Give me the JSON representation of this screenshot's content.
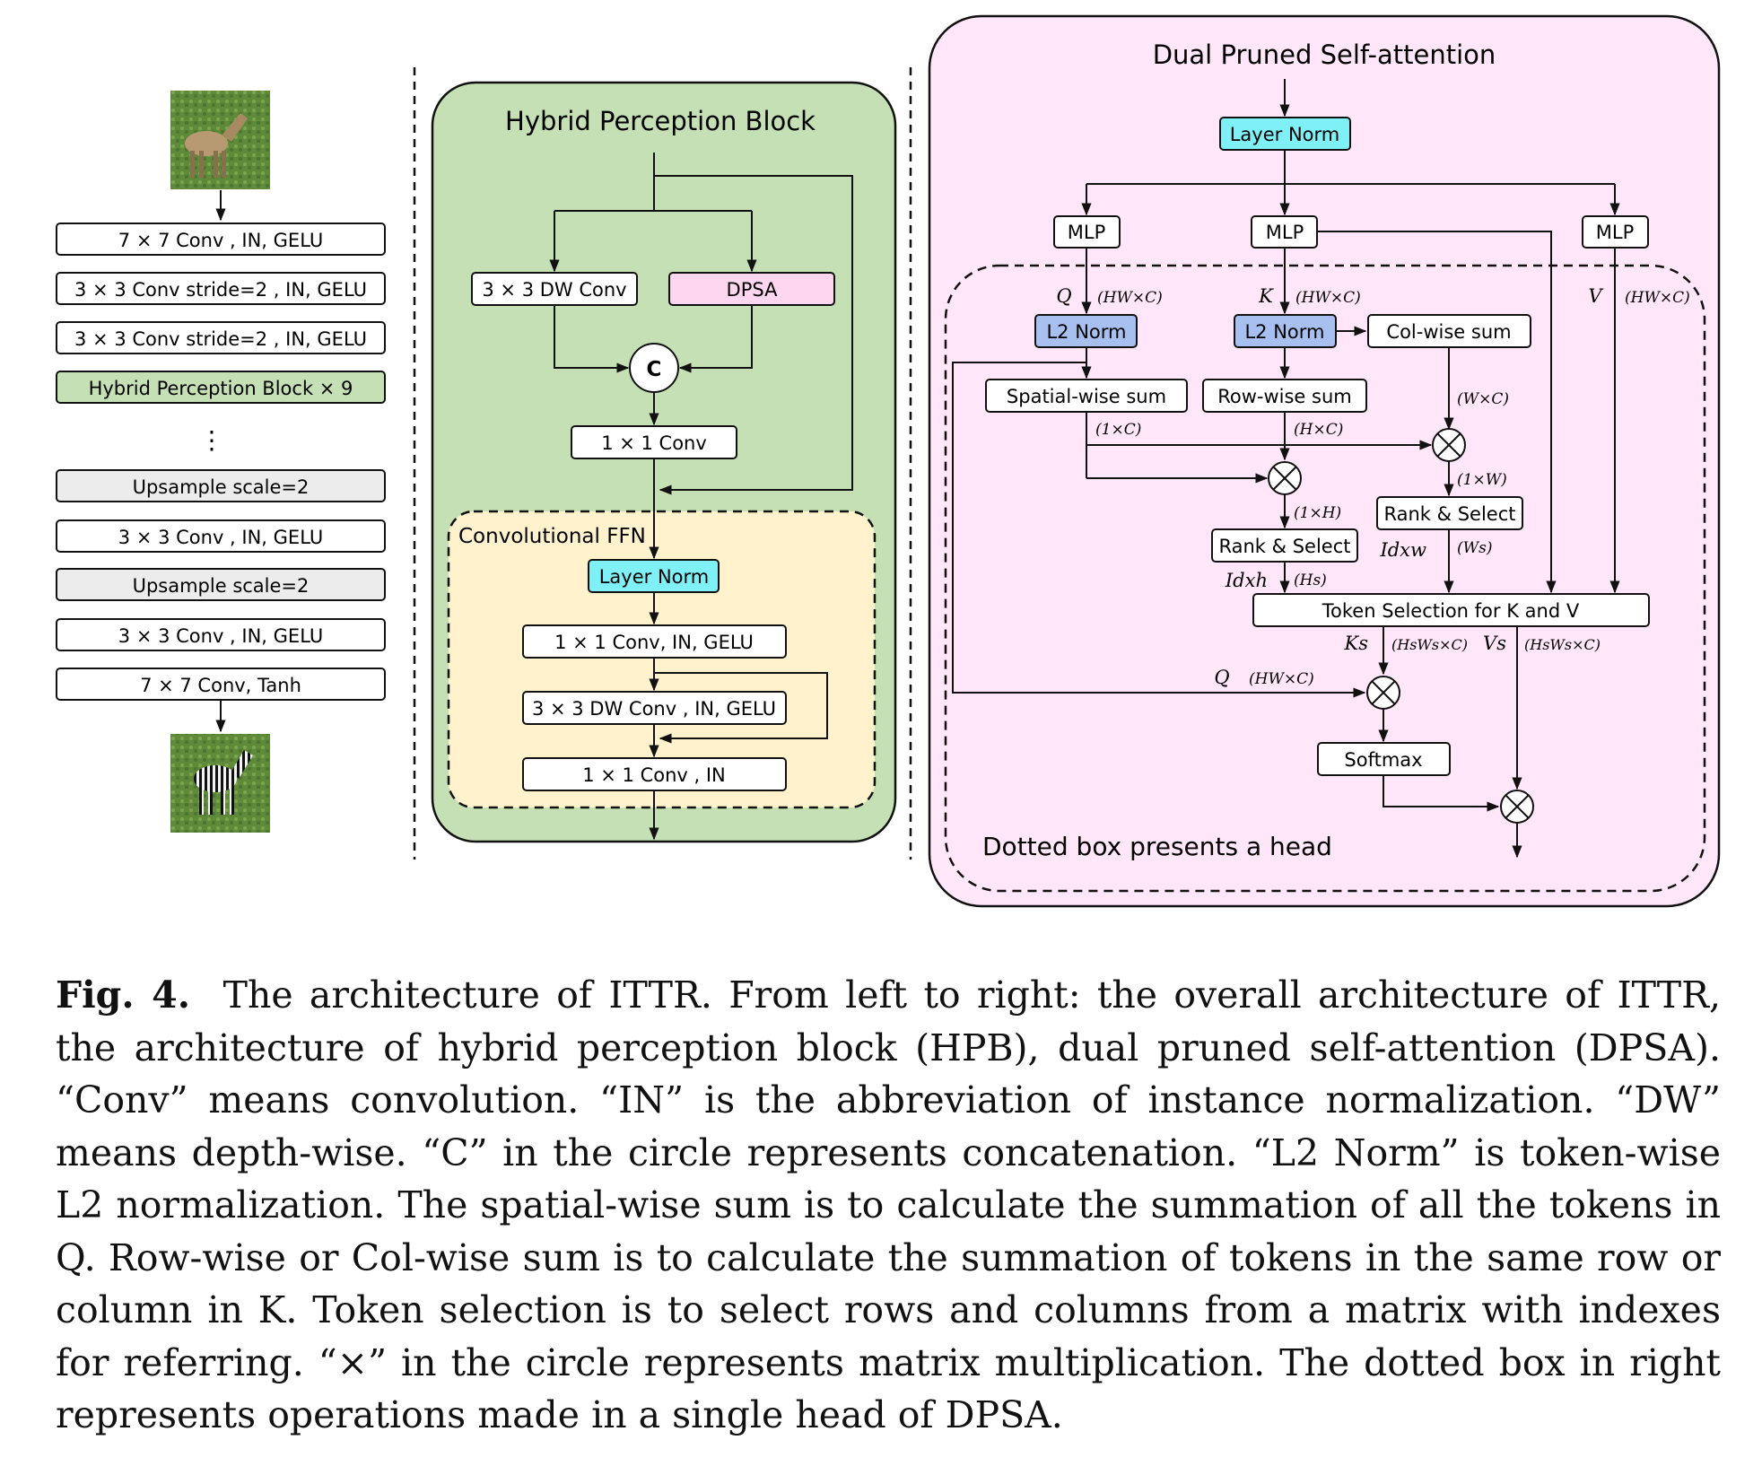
{
  "left": {
    "layers": [
      "7 × 7 Conv , IN, GELU",
      "3 × 3 Conv stride=2 , IN, GELU",
      "3 × 3 Conv stride=2 , IN, GELU",
      "Hybrid Perception Block × 9",
      "Upsample scale=2",
      "3 × 3 Conv , IN, GELU",
      "Upsample scale=2",
      "3 × 3 Conv , IN, GELU",
      "7 × 7 Conv, Tanh"
    ],
    "ellipsis": "⋮"
  },
  "hpb": {
    "title": "Hybrid Perception Block",
    "dw_conv": "3 × 3 DW Conv",
    "dpsa": "DPSA",
    "concat": "C",
    "conv1x1": "1 × 1 Conv",
    "ffn_title": "Convolutional FFN",
    "layer_norm": "Layer Norm",
    "ffn_conv1": "1 × 1 Conv, IN, GELU",
    "ffn_dw": "3 × 3 DW Conv , IN, GELU",
    "ffn_conv2": "1 × 1 Conv , IN"
  },
  "dpsa": {
    "title": "Dual Pruned Self-attention",
    "layer_norm": "Layer Norm",
    "mlp": "MLP",
    "l2norm": "L2 Norm",
    "colsum": "Col-wise sum",
    "spatialsum": "Spatial-wise sum",
    "rowsum": "Row-wise sum",
    "rank_select": "Rank & Select",
    "token_select": "Token Selection for K and V",
    "softmax": "Softmax",
    "head_note": "Dotted box presents a head",
    "dims": {
      "q": "(HW×C)",
      "k": "(HW×C)",
      "v": "(HW×C)",
      "wc": "(W×C)",
      "oneC": "(1×C)",
      "hc": "(H×C)",
      "oneW": "(1×W)",
      "oneH": "(1×H)",
      "ws": "(Ws)",
      "hs": "(Hs)",
      "ks": "(HsWs×C)",
      "vs": "(HsWs×C)",
      "q2": "(HW×C)"
    },
    "symbols": {
      "q": "Q",
      "k": "K",
      "v": "V",
      "idxw": "Idxw",
      "idxh": "Idxh",
      "ks": "Ks",
      "vs": "Vs",
      "q2": "Q"
    }
  },
  "colors": {
    "hpb_bg": "#c5e0b4",
    "ffn_bg": "#fff2cc",
    "dpsa_bg": "#ffe6f8",
    "cyan": "#7ff0f5",
    "blue": "#a8c0f0",
    "pink": "#ffd6f0",
    "gray": "#ececec"
  },
  "caption": {
    "label": "Fig. 4.",
    "text": "The architecture of ITTR. From left to right: the overall architecture of ITTR, the architecture of hybrid perception block (HPB), dual pruned self-attention (DPSA). “Conv” means convolution. “IN” is the abbreviation of instance normalization. “DW” means depth-wise. “C” in the circle represents concatenation. “L2 Norm” is token-wise L2 normalization. The spatial-wise sum is to calculate the summation of all the tokens in Q. Row-wise or Col-wise sum is to calculate the summation of tokens in the same row or column in K. Token selection is to select rows and columns from a matrix with indexes for referring. “×” in the circle represents matrix multiplication. The dotted box in right represents operations made in a single head of DPSA."
  }
}
